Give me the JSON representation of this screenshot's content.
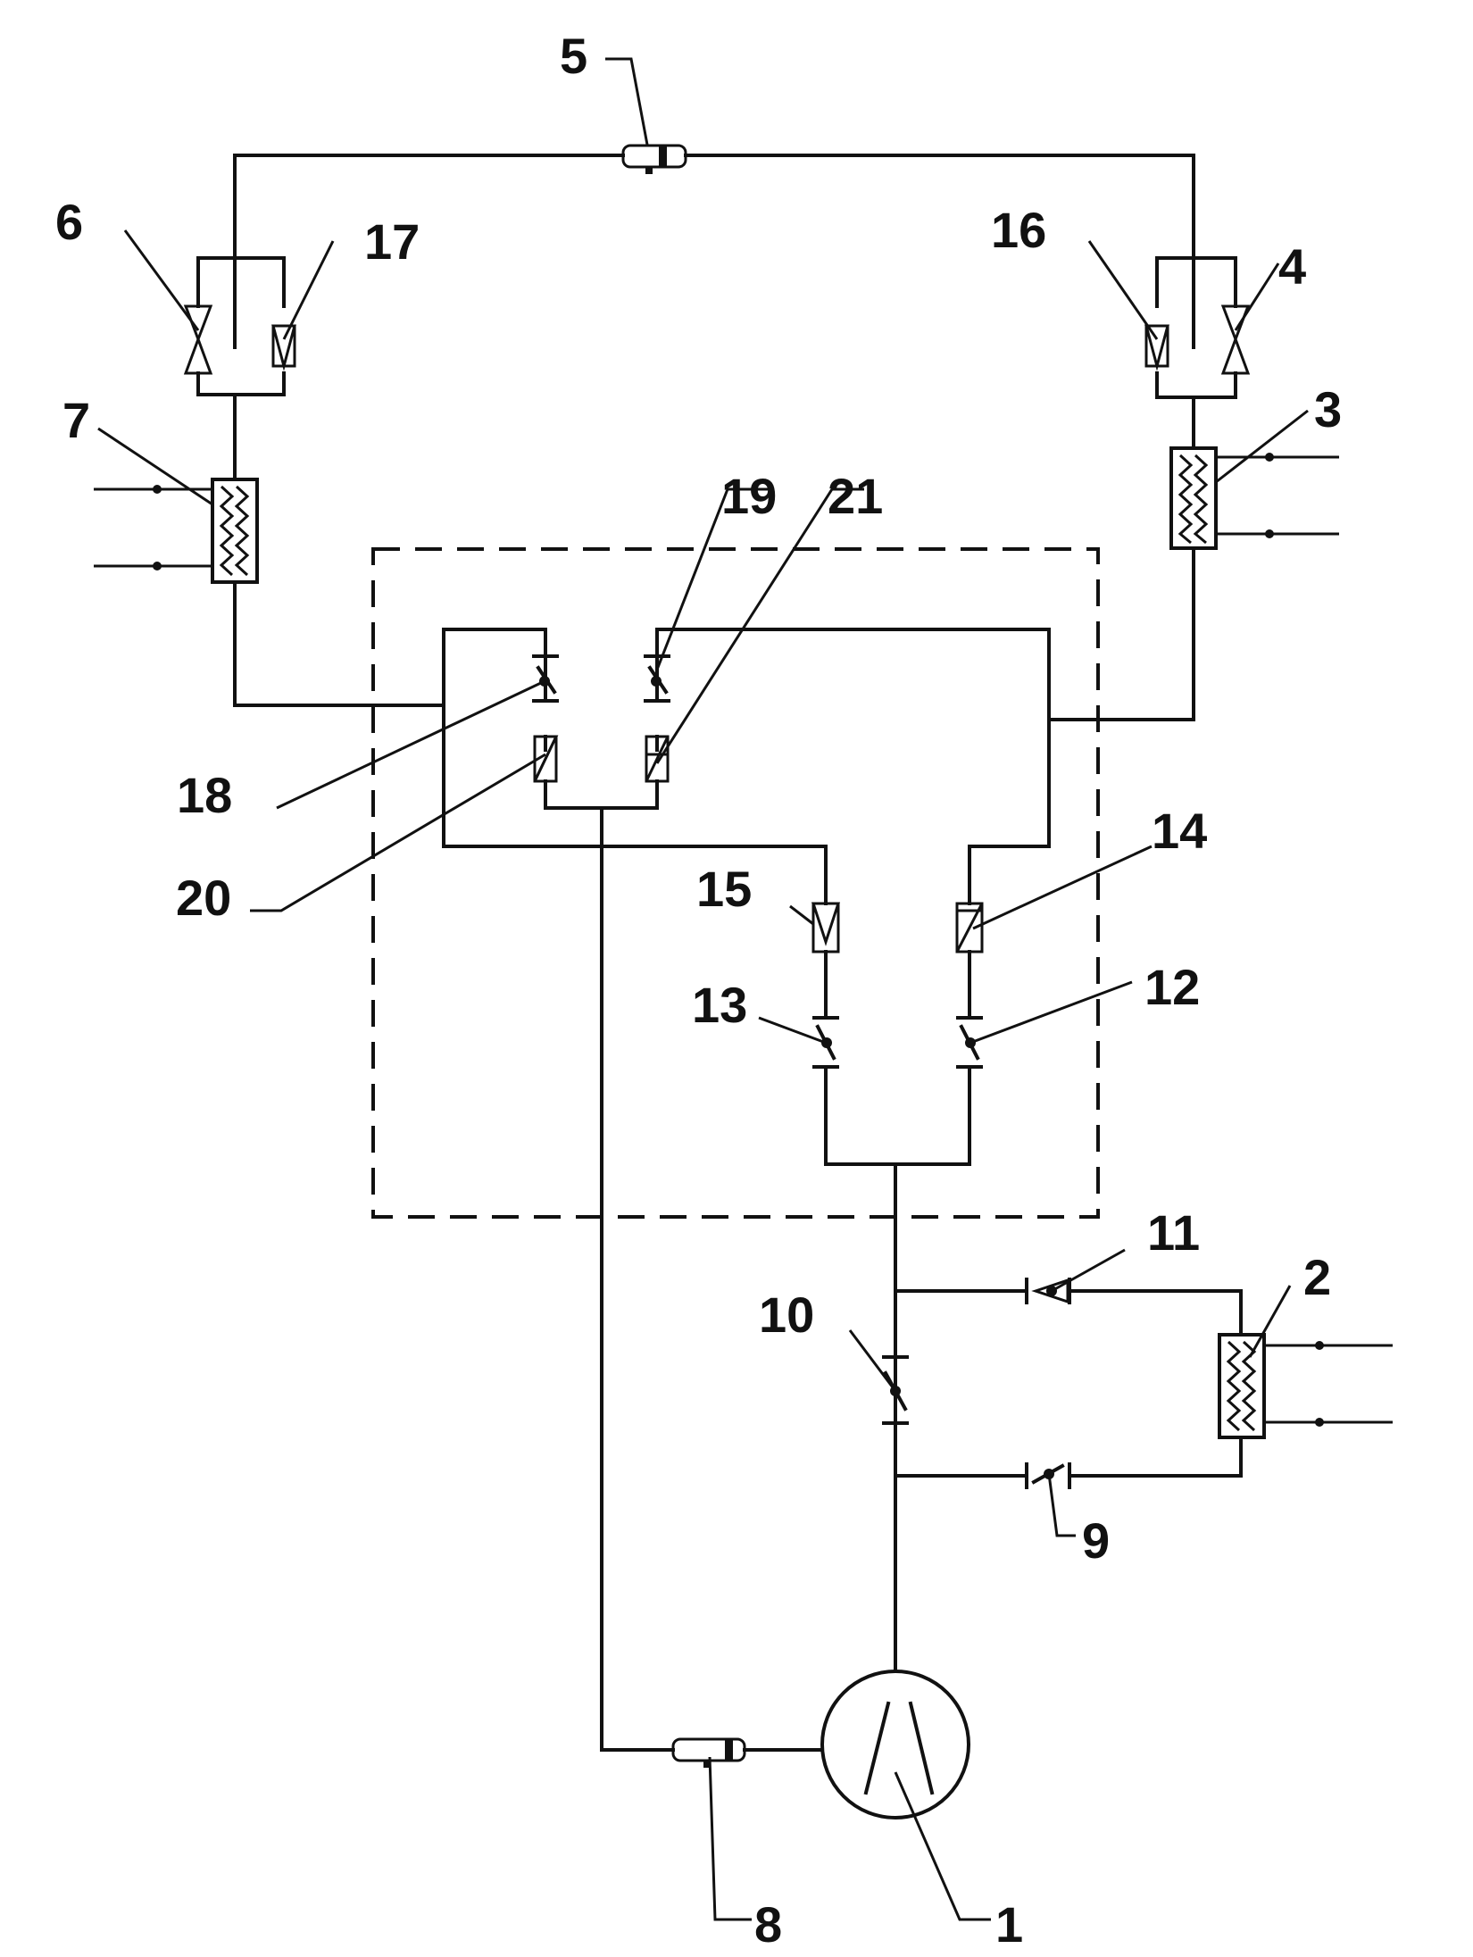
{
  "labels": {
    "compressor": "1",
    "hx2": "2",
    "hx3": "3",
    "valve4": "4",
    "filter5": "5",
    "valve6": "6",
    "hx7": "7",
    "filter8": "8",
    "check9": "9",
    "check10": "10",
    "check11": "11",
    "check12": "12",
    "check13": "13",
    "solenoid14": "14",
    "solenoid15": "15",
    "solenoid16": "16",
    "solenoid17": "17",
    "check18": "18",
    "check19": "19",
    "solenoid20": "20",
    "solenoid21": "21"
  }
}
